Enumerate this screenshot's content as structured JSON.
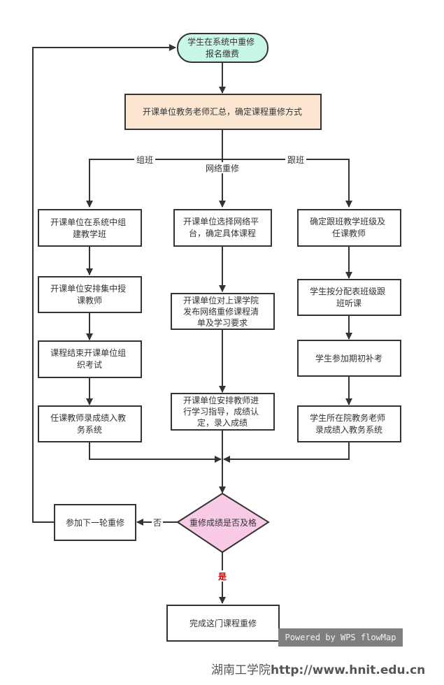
{
  "colors": {
    "line": "#333333",
    "start_fill": "#c9f7e6",
    "summary_fill": "#fde6d2",
    "decision_fill": "#f9cae6",
    "box_fill": "#ffffff",
    "yes_label": "#d40000",
    "watermark_bg": "#7f7f7f"
  },
  "nodes": {
    "start": [
      "学生在系统中重修",
      "报名缴费"
    ],
    "summary": [
      "开课单位教务老师汇总，确定课程重修方式"
    ],
    "left1": [
      "开课单位在系统中组",
      "建教学班"
    ],
    "left2": [
      "开课单位安排集中授",
      "课教师"
    ],
    "left3": [
      "课程结束开课单位组",
      "织考试"
    ],
    "left4": [
      "任课教师录成绩入教",
      "务系统"
    ],
    "mid1": [
      "开课单位选择网络平",
      "台，确定具体课程"
    ],
    "mid2": [
      "开课单位对上课学院",
      "发布网络重修课程清",
      "单及学习要求"
    ],
    "mid3": [
      "开课单位安排教师进",
      "行学习指导，成绩认",
      "定，录入成绩"
    ],
    "right1": [
      "确定跟班教学班级及",
      "任课教师"
    ],
    "right2": [
      "学生按分配表班级跟",
      "班听课"
    ],
    "right3": [
      "学生参加期初补考"
    ],
    "right4": [
      "学生所在院教务老师",
      "录成绩入教务系统"
    ],
    "decision": [
      "重修成绩是否及格"
    ],
    "retry": [
      "参加下一轮重修"
    ],
    "finish": [
      "完成这门课程重修"
    ]
  },
  "edge_labels": {
    "group_class": "组班",
    "online": "网络重修",
    "follow_class": "跟班",
    "no": "否",
    "yes": "是"
  },
  "watermark": "Powered by WPS flowMap",
  "footer": {
    "school": "湖南工学院",
    "url": "http://www.hnit.edu.cn"
  }
}
